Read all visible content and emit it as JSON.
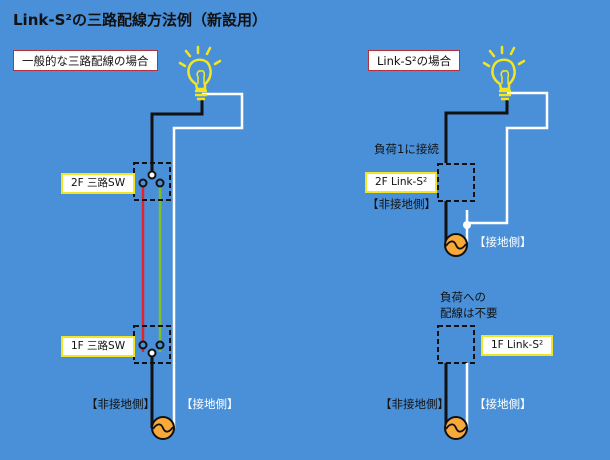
{
  "title": "Link-S²の三路配線方法例（新設用）",
  "colors": {
    "background": "#4a90d9",
    "hot_wire": "#111111",
    "neutral_wire": "#ffffff",
    "traveler_1": "#e8202a",
    "traveler_2": "#7dc02a",
    "bulb": "#f5e51e",
    "load": "#f7a93a",
    "section_border": "#b5323b",
    "switch_label_border": "#f2e526"
  },
  "left_diagram": {
    "section_label": "一般的な三路配線の場合",
    "switch_2f_label": "2F 三路SW",
    "switch_1f_label": "1F 三路SW",
    "hot_side_label": "【非接地側】",
    "neutral_side_label": "【接地側】",
    "icons": [
      "light-bulb-icon",
      "three-way-switch-icon",
      "three-way-switch-icon",
      "power-source-icon"
    ]
  },
  "right_diagram": {
    "section_label": "Link-S²の場合",
    "load_connect_note": "負荷1に接続",
    "switch_2f_label": "2F Link-S²",
    "hot_side_label_2f": "【非接地側】",
    "neutral_side_label_2f": "【接地側】",
    "no_wiring_note_line1": "負荷への",
    "no_wiring_note_line2": "配線は不要",
    "switch_1f_label": "1F Link-S²",
    "hot_side_label_1f": "【非接地側】",
    "neutral_side_label_1f": "【接地側】",
    "icons": [
      "light-bulb-icon",
      "link-switch-box-icon",
      "link-switch-box-icon",
      "power-source-icon",
      "power-source-icon"
    ]
  }
}
